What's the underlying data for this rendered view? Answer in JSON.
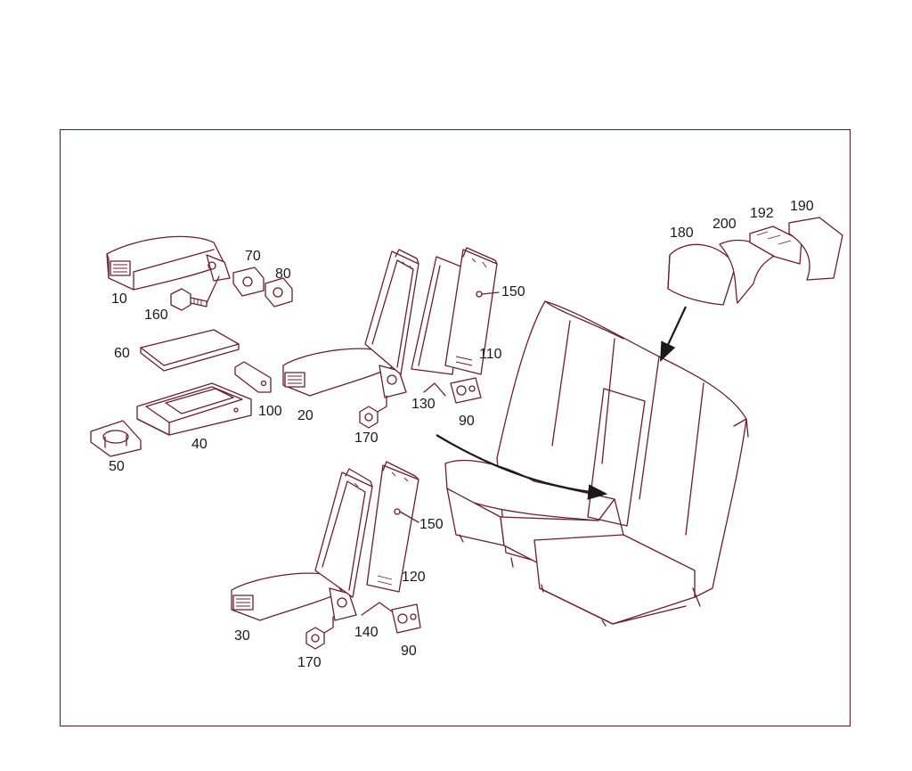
{
  "diagram": {
    "line_color": "#6a1e30",
    "labels": [
      "10",
      "160",
      "70",
      "80",
      "60",
      "100",
      "40",
      "50",
      "20",
      "170",
      "130",
      "90",
      "150",
      "110",
      "180",
      "200",
      "192",
      "190",
      "150",
      "120",
      "30",
      "170",
      "140",
      "90"
    ]
  }
}
